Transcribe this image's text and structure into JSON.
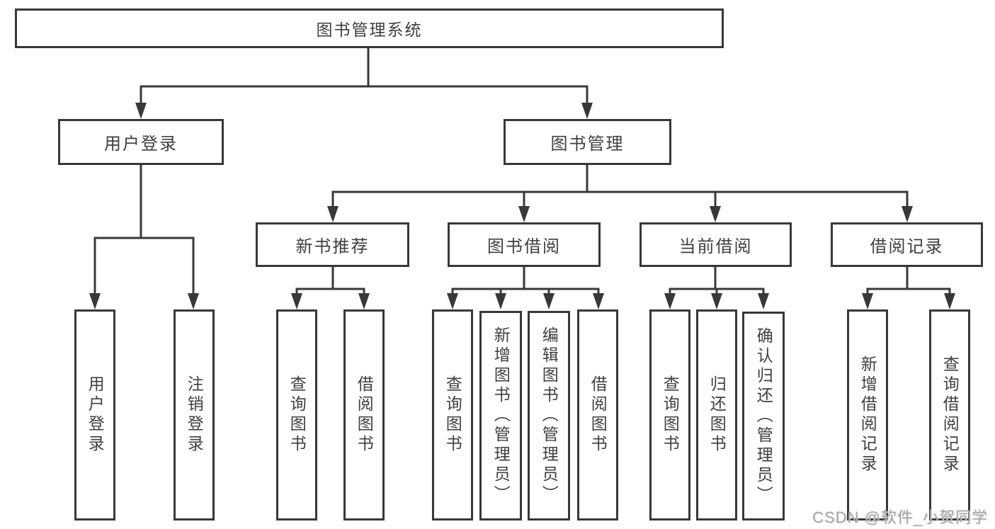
{
  "diagram": {
    "colors": {
      "line": "#383838",
      "text": "#3f3f3f",
      "watermark": "#a6a6a6",
      "background": "#ffffff"
    },
    "root": {
      "label": "图书管理系统"
    },
    "branches": [
      {
        "label": "用户登录",
        "children": [
          {
            "label": "用户登录"
          },
          {
            "label": "注销登录"
          }
        ]
      },
      {
        "label": "图书管理",
        "sections": [
          {
            "label": "新书推荐",
            "children": [
              {
                "label": "查询图书"
              },
              {
                "label": "借阅图书"
              }
            ]
          },
          {
            "label": "图书借阅",
            "children": [
              {
                "label": "查询图书"
              },
              {
                "label": "新增图书（管理员）"
              },
              {
                "label": "编辑图书（管理员）"
              },
              {
                "label": "借阅图书"
              }
            ]
          },
          {
            "label": "当前借阅",
            "children": [
              {
                "label": "查询图书"
              },
              {
                "label": "归还图书"
              },
              {
                "label": "确认归还（管理员）"
              }
            ]
          },
          {
            "label": "借阅记录",
            "children": [
              {
                "label": "新增借阅记录"
              },
              {
                "label": "查询借阅记录"
              }
            ]
          }
        ]
      }
    ],
    "watermark": "CSDN @软件_小贺同学"
  }
}
